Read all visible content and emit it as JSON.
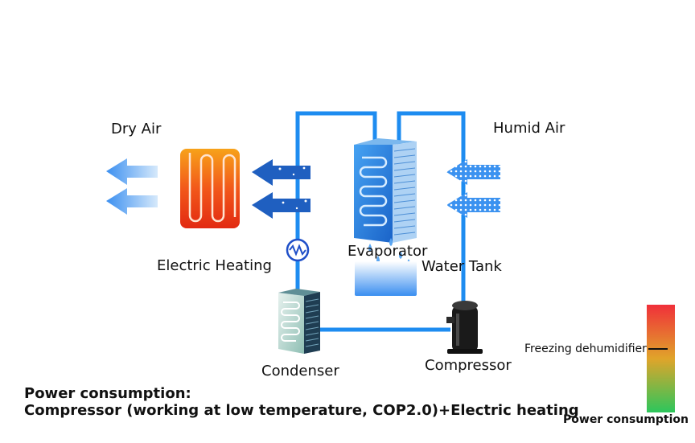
{
  "labels": {
    "dry_air": "Dry Air",
    "humid_air": "Humid Air",
    "electric_heating": "Electric Heating",
    "evaporator": "Evaporator",
    "water_tank": "Water Tank",
    "condenser": "Condenser",
    "compressor": "Compressor"
  },
  "power": {
    "title": "Power consumption:",
    "description": "Compressor (working at low temperature, COP2.0)+Electric heating"
  },
  "scale": {
    "marker_label": "Freezing dehumidifier",
    "caption": "Power consumption",
    "marker_level": 0.5,
    "colors": {
      "top": "#f0303a",
      "middle": "#e0a42a",
      "bottom": "#2cc65c"
    }
  },
  "colors": {
    "pipe": "#1e8cf0",
    "flow_arrow": "#1f5fc0",
    "heater": "#f24a16",
    "evaporator": "#1e78d8"
  }
}
